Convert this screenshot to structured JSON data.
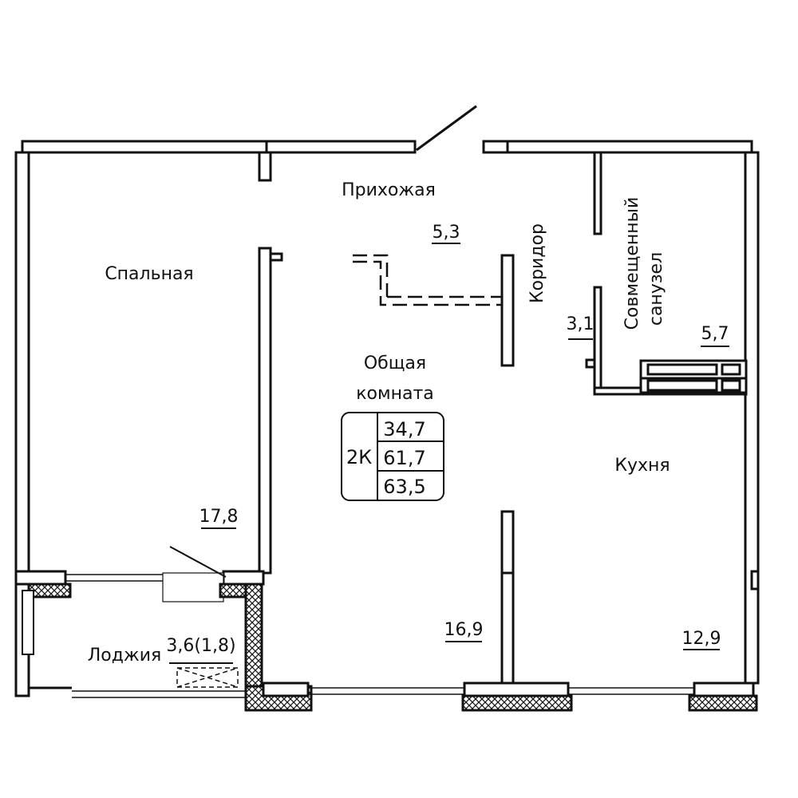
{
  "rooms": {
    "hallway": {
      "name": "Прихожая",
      "area": "5,3"
    },
    "bedroom": {
      "name": "Спальная",
      "area": "17,8"
    },
    "corridor": {
      "name": "Коридор",
      "area": "3,1"
    },
    "bathroom": {
      "name_line1": "Совмещенный",
      "name_line2": "санузел",
      "area": "5,7"
    },
    "living": {
      "name_line1": "Общая",
      "name_line2": "комната",
      "area": "16,9"
    },
    "kitchen": {
      "name": "Кухня",
      "area": "12,9"
    },
    "loggia": {
      "name": "Лоджия",
      "area": "3,6(1,8)"
    }
  },
  "summary": {
    "type": "2К",
    "living_area": "34,7",
    "total_area": "61,7",
    "total_with_loggia": "63,5"
  }
}
